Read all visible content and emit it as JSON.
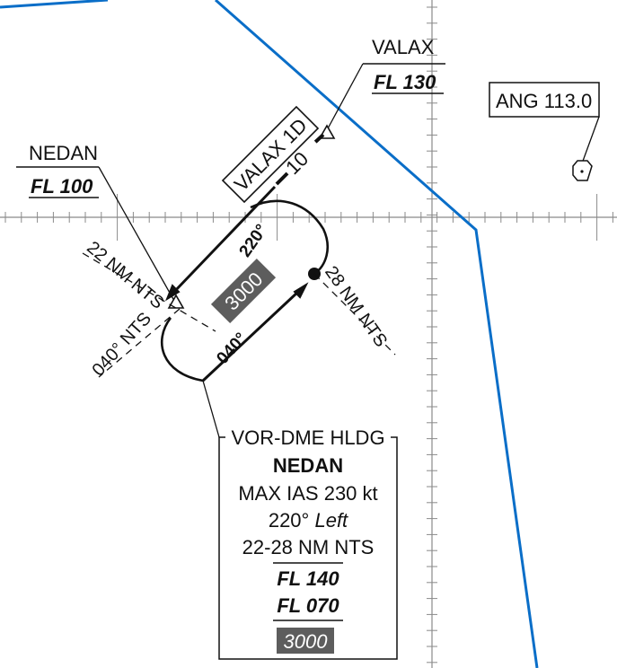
{
  "colors": {
    "airspace_boundary": "#0a6ec8",
    "grid": "#8a8a8a",
    "ink": "#111111",
    "altitude_box": "#5d5d5d",
    "altitude_text": "#ffffff"
  },
  "waypoints": {
    "valax": {
      "name": "VALAX",
      "level": "FL 130"
    },
    "nedan": {
      "name": "NEDAN",
      "level": "FL 100"
    }
  },
  "navaid": {
    "label": "ANG 113.0",
    "icon": "vor-hexagon-icon"
  },
  "arrival": {
    "name": "VALAX 1D",
    "distance": "10"
  },
  "holding": {
    "inbound_heading": "220°",
    "outbound_heading": "040°",
    "fix_radial_label": "040° NTS",
    "inner_limit_label": "22 NM NTS",
    "outer_limit_label": "28 NM NTS",
    "min_altitude": "3000"
  },
  "hold_info_box": {
    "title": "VOR-DME HLDG",
    "fix": "NEDAN",
    "speed": "MAX IAS 230 kt",
    "turn_heading": "220°",
    "turn_direction": "Left",
    "limits": "22-28 NM NTS",
    "max_level": "FL 140",
    "min_level": "FL 070",
    "min_altitude": "3000"
  }
}
